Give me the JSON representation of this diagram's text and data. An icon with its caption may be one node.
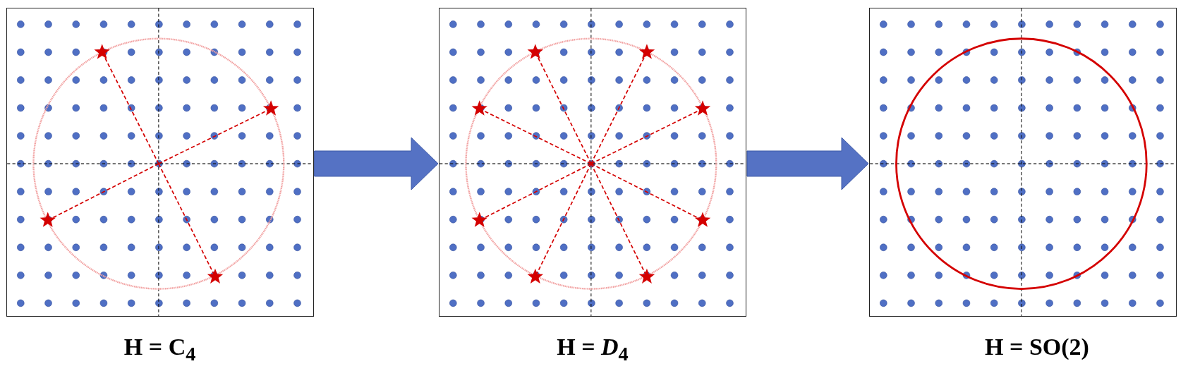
{
  "diagram": {
    "nodes": [
      {
        "text": [
          "H = C$_{4}$"
        ]
      },
      {
        "text": [
          "H = *D*$_{4}$"
        ]
      },
      {
        "text": [
          "H = SO(2)"
        ]
      }
    ],
    "edges": [
      {
        "from": 0,
        "to": 1,
        "arrow": "to"
      },
      {
        "from": 1,
        "to": 2,
        "arrow": "to"
      }
    ]
  }
}
